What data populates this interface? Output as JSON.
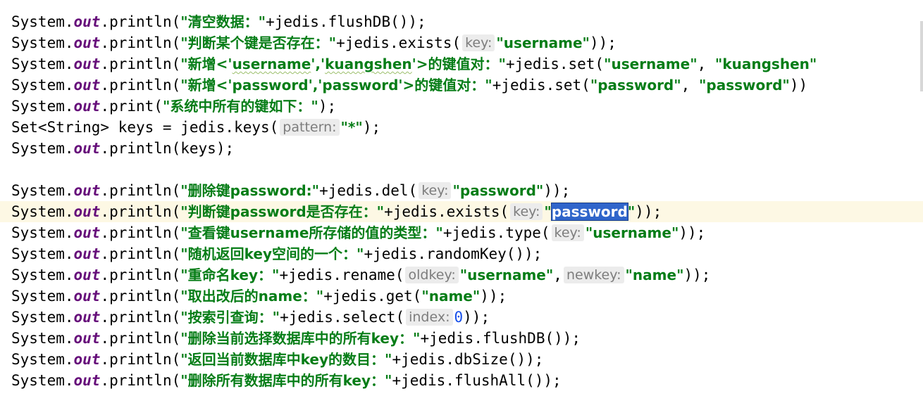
{
  "editor": {
    "lines": [
      {
        "prefix": "System.",
        "out": "out",
        "call": ".println(",
        "parts": [
          {
            "t": "s",
            "v": "\"清空数据：\""
          },
          {
            "t": "c",
            "v": "+jedis.flushDB());"
          }
        ]
      },
      {
        "prefix": "System.",
        "out": "out",
        "call": ".println(",
        "parts": [
          {
            "t": "s",
            "v": "\"判断某个键是否存在：\""
          },
          {
            "t": "c",
            "v": "+jedis.exists("
          },
          {
            "t": "h",
            "v": "key:"
          },
          {
            "t": "s",
            "v": "\"username\""
          },
          {
            "t": "c",
            "v": "));"
          }
        ]
      },
      {
        "prefix": "System.",
        "out": "out",
        "call": ".println(",
        "parts": [
          {
            "t": "s",
            "v": "\"新增<'"
          },
          {
            "t": "st",
            "v": "username"
          },
          {
            "t": "s",
            "v": "','"
          },
          {
            "t": "st",
            "v": "kuangshen"
          },
          {
            "t": "s",
            "v": "'>的键值对：\""
          },
          {
            "t": "c",
            "v": "+jedis.set("
          },
          {
            "t": "s",
            "v": "\"username\""
          },
          {
            "t": "c",
            "v": ", "
          },
          {
            "t": "s",
            "v": "\"kuangshen\""
          }
        ]
      },
      {
        "prefix": "System.",
        "out": "out",
        "call": ".println(",
        "parts": [
          {
            "t": "s",
            "v": "\"新增<'password','password'>的键值对：\""
          },
          {
            "t": "c",
            "v": "+jedis.set("
          },
          {
            "t": "s",
            "v": "\"password\""
          },
          {
            "t": "c",
            "v": ", "
          },
          {
            "t": "s",
            "v": "\"password\""
          },
          {
            "t": "c",
            "v": "))"
          }
        ]
      },
      {
        "prefix": "System.",
        "out": "out",
        "call": ".print(",
        "parts": [
          {
            "t": "s",
            "v": "\"系统中所有的键如下：\""
          },
          {
            "t": "c",
            "v": ");"
          }
        ]
      },
      {
        "plain": "Set<String> keys = jedis.keys(",
        "parts": [
          {
            "t": "h",
            "v": "pattern:"
          },
          {
            "t": "s",
            "v": "\"*\""
          },
          {
            "t": "c",
            "v": ");"
          }
        ]
      },
      {
        "prefix": "System.",
        "out": "out",
        "call": ".println(",
        "parts": [
          {
            "t": "c",
            "v": "keys);"
          }
        ]
      },
      {
        "blank": true
      },
      {
        "prefix": "System.",
        "out": "out",
        "call": ".println(",
        "parts": [
          {
            "t": "s",
            "v": "\"删除键password:\""
          },
          {
            "t": "c",
            "v": "+jedis.del("
          },
          {
            "t": "h",
            "v": "key:"
          },
          {
            "t": "s",
            "v": "\"password\""
          },
          {
            "t": "c",
            "v": "));"
          }
        ]
      },
      {
        "current": true,
        "prefix": "System.",
        "out": "out",
        "call": ".println(",
        "parts": [
          {
            "t": "s",
            "v": "\"判断键password是否存在：\""
          },
          {
            "t": "c",
            "v": "+jedis.exists("
          },
          {
            "t": "h",
            "v": "key:"
          },
          {
            "t": "s",
            "v": "\""
          },
          {
            "t": "sel",
            "v": "password"
          },
          {
            "t": "s",
            "v": "\""
          },
          {
            "t": "c",
            "v": "));"
          }
        ]
      },
      {
        "prefix": "System.",
        "out": "out",
        "call": ".println(",
        "parts": [
          {
            "t": "s",
            "v": "\"查看键username所存储的值的类型：\""
          },
          {
            "t": "c",
            "v": "+jedis.type("
          },
          {
            "t": "h",
            "v": "key:"
          },
          {
            "t": "s",
            "v": "\"username\""
          },
          {
            "t": "c",
            "v": "));"
          }
        ]
      },
      {
        "prefix": "System.",
        "out": "out",
        "call": ".println(",
        "parts": [
          {
            "t": "s",
            "v": "\"随机返回key空间的一个：\""
          },
          {
            "t": "c",
            "v": "+jedis.randomKey());"
          }
        ]
      },
      {
        "prefix": "System.",
        "out": "out",
        "call": ".println(",
        "parts": [
          {
            "t": "s",
            "v": "\"重命名key：\""
          },
          {
            "t": "c",
            "v": "+jedis.rename("
          },
          {
            "t": "h",
            "v": "oldkey:"
          },
          {
            "t": "s",
            "v": "\"username\""
          },
          {
            "t": "c",
            "v": ","
          },
          {
            "t": "h",
            "v": "newkey:"
          },
          {
            "t": "s",
            "v": "\"name\""
          },
          {
            "t": "c",
            "v": "));"
          }
        ]
      },
      {
        "prefix": "System.",
        "out": "out",
        "call": ".println(",
        "parts": [
          {
            "t": "s",
            "v": "\"取出改后的name：\""
          },
          {
            "t": "c",
            "v": "+jedis.get("
          },
          {
            "t": "s",
            "v": "\"name\""
          },
          {
            "t": "c",
            "v": "));"
          }
        ]
      },
      {
        "prefix": "System.",
        "out": "out",
        "call": ".println(",
        "parts": [
          {
            "t": "s",
            "v": "\"按索引查询：\""
          },
          {
            "t": "c",
            "v": "+jedis.select("
          },
          {
            "t": "h",
            "v": "index:"
          },
          {
            "t": "n",
            "v": "0"
          },
          {
            "t": "c",
            "v": "));"
          }
        ]
      },
      {
        "prefix": "System.",
        "out": "out",
        "call": ".println(",
        "parts": [
          {
            "t": "s",
            "v": "\"删除当前选择数据库中的所有key：\""
          },
          {
            "t": "c",
            "v": "+jedis.flushDB());"
          }
        ]
      },
      {
        "prefix": "System.",
        "out": "out",
        "call": ".println(",
        "parts": [
          {
            "t": "s",
            "v": "\"返回当前数据库中key的数目：\""
          },
          {
            "t": "c",
            "v": "+jedis.dbSize());"
          }
        ]
      },
      {
        "prefix": "System.",
        "out": "out",
        "call": ".println(",
        "parts": [
          {
            "t": "s",
            "v": "\"删除所有数据库中的所有key：\""
          },
          {
            "t": "c",
            "v": "+jedis.flushAll());"
          }
        ]
      }
    ],
    "colors": {
      "keyword_field": "#660e7a",
      "string": "#067d17",
      "hint_bg": "#ececec",
      "hint_text": "#7d7d7d",
      "number": "#1750eb",
      "selection_bg": "#2f65ca",
      "current_line_bg": "#fdf8e4"
    }
  }
}
